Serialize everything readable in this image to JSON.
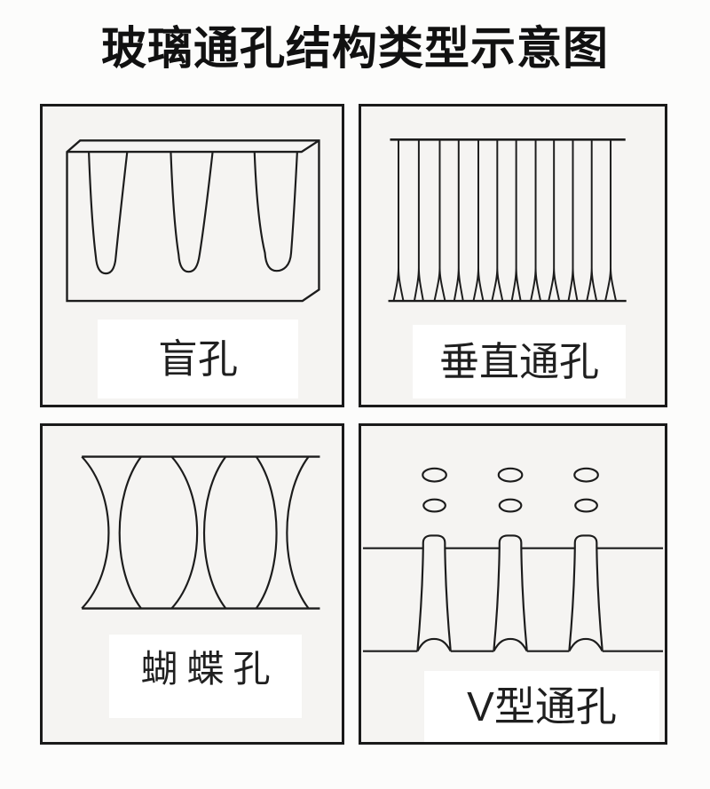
{
  "title": "玻璃通孔结构类型示意图",
  "panels": [
    {
      "id": "blind-hole",
      "label": "盲孔"
    },
    {
      "id": "vertical-through-hole",
      "label": "垂直通孔"
    },
    {
      "id": "butterfly-hole",
      "label": "蝴蝶孔"
    },
    {
      "id": "v-type-through-hole",
      "label": "V型通孔"
    }
  ],
  "colors": {
    "ink": "#1c1c1c",
    "panel_background": "#f5f4f2",
    "label_background": "#ffffff",
    "page_background": "#fcfcfb",
    "title_color": "#111111"
  }
}
